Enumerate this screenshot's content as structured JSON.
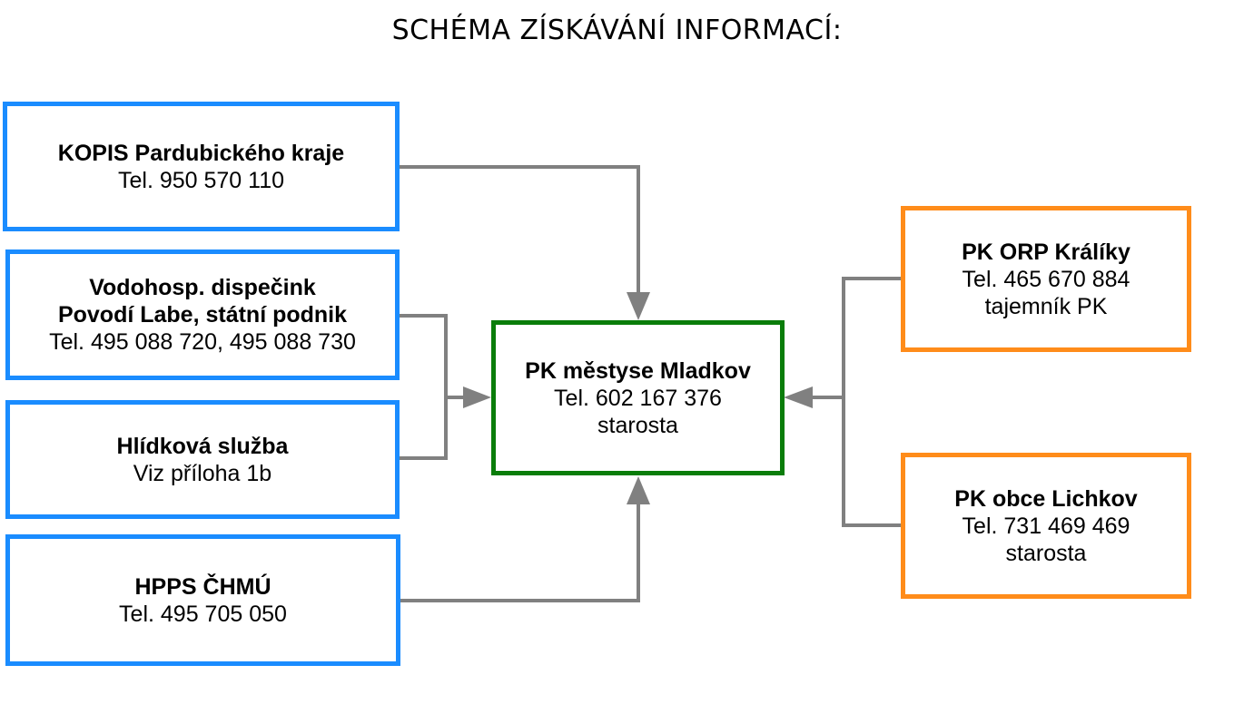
{
  "title": "SCHÉMA ZÍSKÁVÁNÍ INFORMACÍ:",
  "colors": {
    "source_border": "#1a8cff",
    "center_border": "#0a7d0a",
    "neighbor_border": "#ff8c1a",
    "connector": "#808080"
  },
  "nodes": {
    "kopis": {
      "name": "KOPIS Pardubického kraje",
      "phone": "Tel.  950 570 110"
    },
    "vodohosp": {
      "name_line1": "Vodohosp. dispečink",
      "name_line2": "Povodí Labe, státní podnik",
      "phone": "Tel. 495 088 720, 495 088 730"
    },
    "hlidkova": {
      "name": "Hlídková služba",
      "note": "Viz příloha 1b"
    },
    "hpps": {
      "name": "HPPS ČHMÚ",
      "phone": "Tel. 495 705 050"
    },
    "center": {
      "name": "PK městyse Mladkov",
      "phone": "Tel. 602 167 376",
      "role": "starosta"
    },
    "orp": {
      "name": "PK ORP Králíky",
      "phone": "Tel. 465 670 884",
      "role": "tajemník PK"
    },
    "lichkov": {
      "name": "PK obce Lichkov",
      "phone": "Tel. 731 469 469",
      "role": "starosta"
    }
  }
}
